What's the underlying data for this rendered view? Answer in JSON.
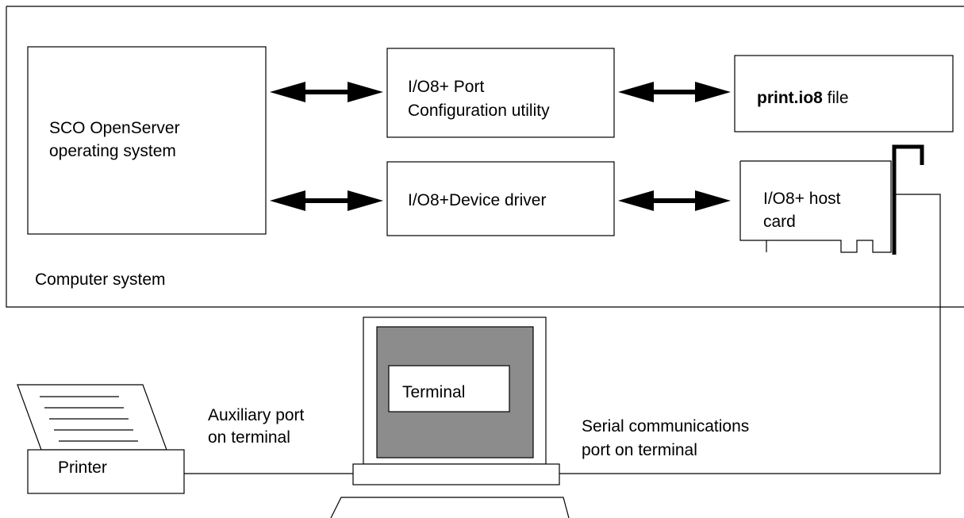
{
  "diagram": {
    "computer_system_label": "Computer system",
    "os_box": {
      "line1": "SCO OpenServer",
      "line2": "operating system"
    },
    "config_utility_box": {
      "line1": "I/O8+ Port",
      "line2": "Configuration utility"
    },
    "print_file_box": {
      "filename": "print.io8",
      "suffix": " file"
    },
    "device_driver_box": {
      "label": "I/O8+Device driver"
    },
    "host_card_box": {
      "line1": "I/O8+ host",
      "line2": "card"
    },
    "terminal_label": "Terminal",
    "printer_label": "Printer",
    "auxiliary_port_label": {
      "line1": "Auxiliary port",
      "line2": "on terminal"
    },
    "serial_port_label": {
      "line1": "Serial communications",
      "line2": "port on terminal"
    },
    "colors": {
      "line": "#000000",
      "screen_fill": "#8c8c8c",
      "background": "#ffffff"
    }
  }
}
